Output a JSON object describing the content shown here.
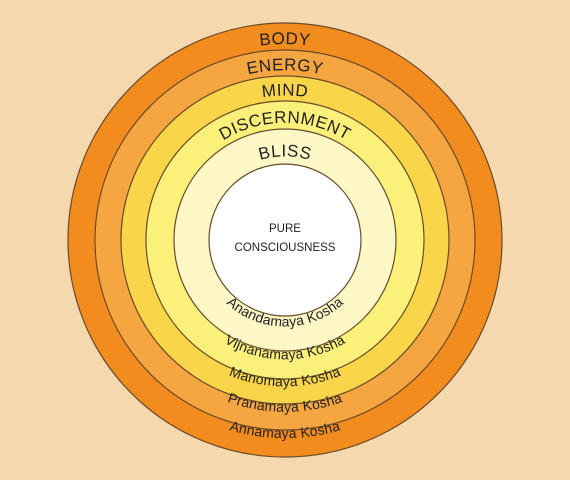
{
  "colors": {
    "background": "#F5D8AE",
    "outline": "#6b4a2a",
    "text": "#222222"
  },
  "layers": [
    {
      "name": "BODY",
      "kosha": "Annamaya Kosha",
      "color": "#F28C1E"
    },
    {
      "name": "ENERGY",
      "kosha": "Pranamaya Kosha",
      "color": "#F5A640"
    },
    {
      "name": "MIND",
      "kosha": "Manomaya Kosha",
      "color": "#F9D54A"
    },
    {
      "name": "DISCERNMENT",
      "kosha": "Vijnanamaya Kosha",
      "color": "#FBF07A"
    },
    {
      "name": "BLISS",
      "kosha": "Anandamaya Kosha",
      "color": "#FDF8C6"
    }
  ],
  "center": {
    "line1": "PURE",
    "line2": "CONSCIOUSNESS",
    "color": "#FFFFFF"
  }
}
